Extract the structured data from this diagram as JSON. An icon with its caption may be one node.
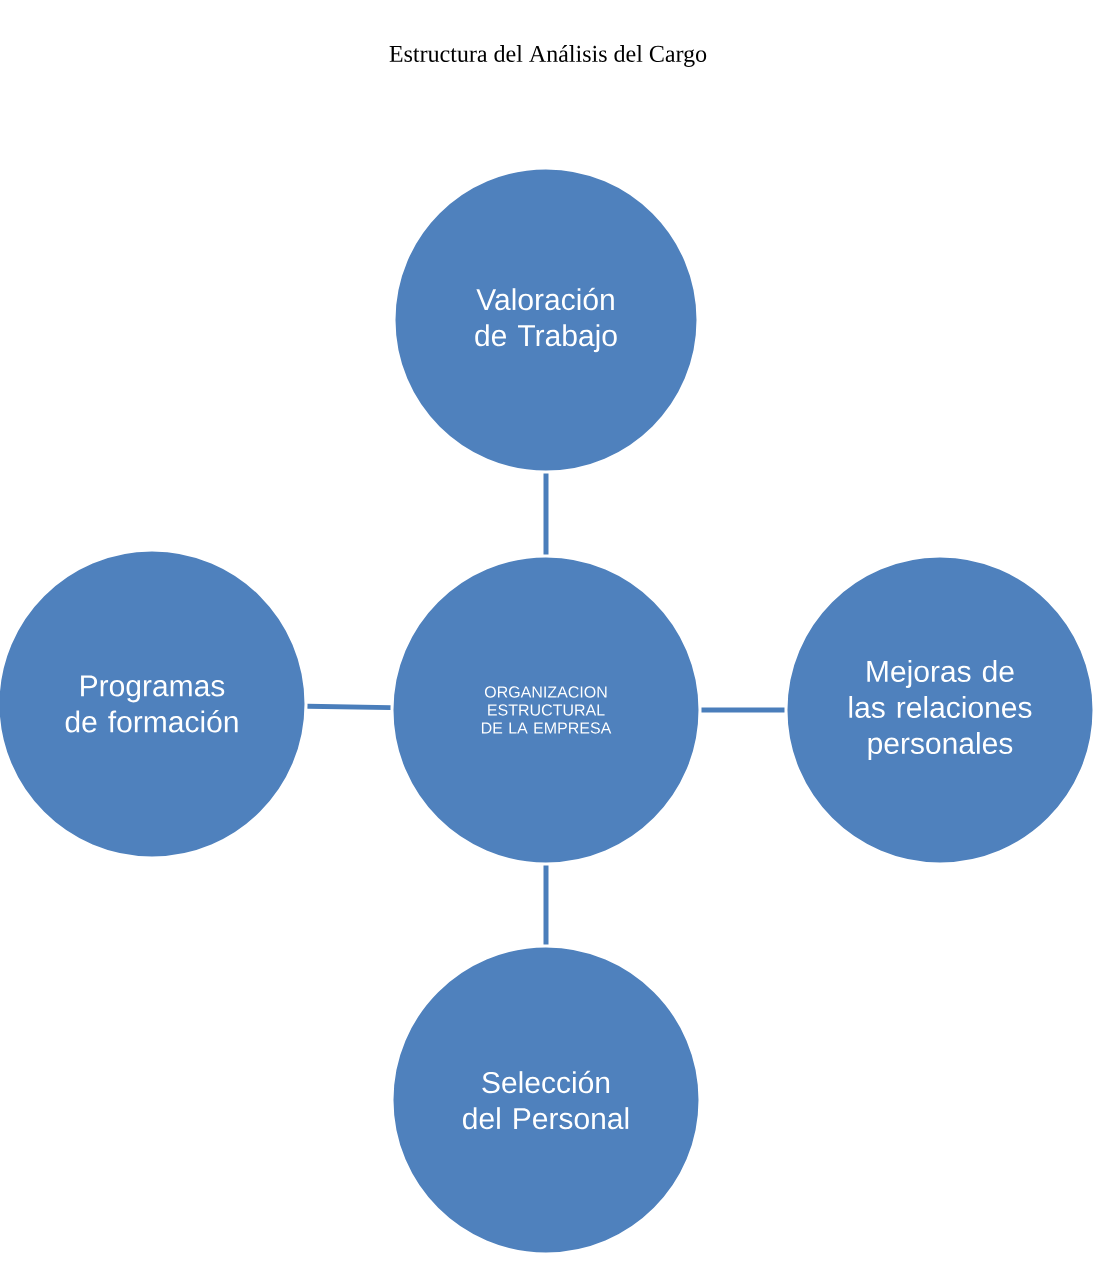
{
  "diagram": {
    "title": "Estructura del Análisis del Cargo",
    "nodes": [
      {
        "text": [
          "Valoración de Trabajo"
        ]
      },
      {
        "text": [
          "Programas de formación"
        ]
      },
      {
        "text": [
          "ORGANIZACION ESTRUCTURAL DE LA EMPRESA"
        ]
      },
      {
        "text": [
          "Mejoras de las relaciones personales"
        ]
      },
      {
        "text": [
          "Selección del Personal"
        ]
      }
    ],
    "edges": [
      {
        "from": 2,
        "to": 0,
        "arrow": "none"
      },
      {
        "from": 2,
        "to": 1,
        "arrow": "none"
      },
      {
        "from": 2,
        "to": 3,
        "arrow": "none"
      },
      {
        "from": 2,
        "to": 4,
        "arrow": "none"
      }
    ]
  }
}
